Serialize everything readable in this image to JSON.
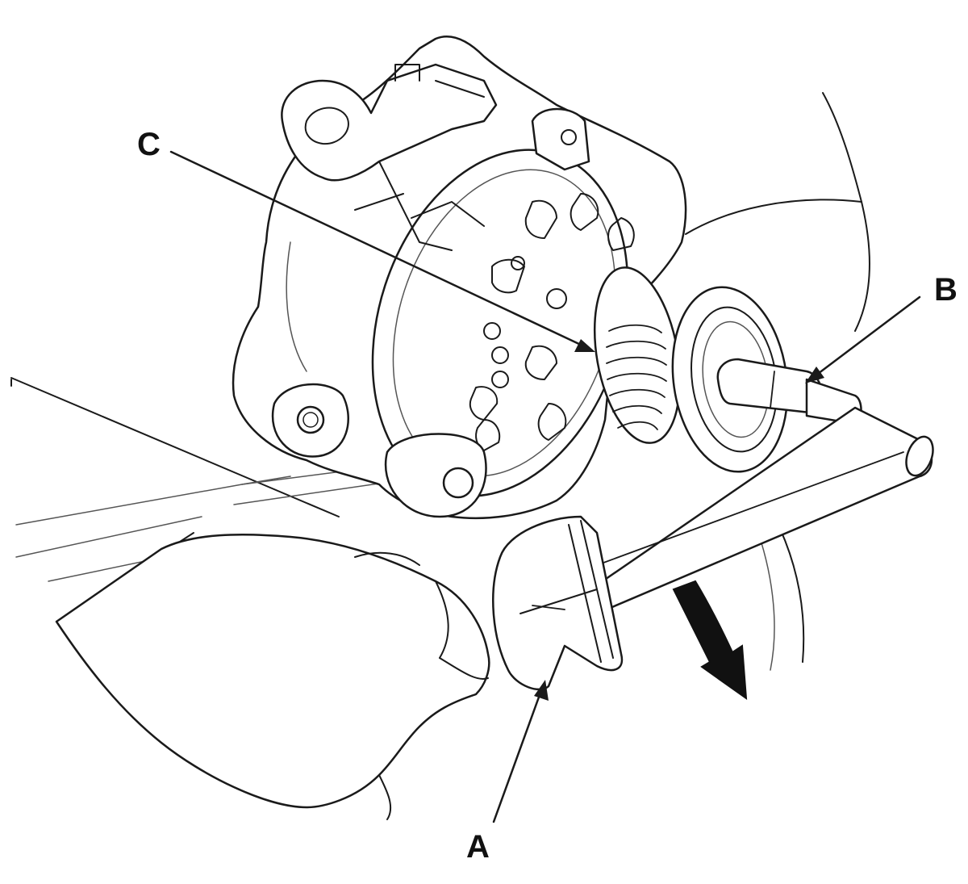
{
  "callouts": {
    "a": {
      "label": "A"
    },
    "b": {
      "label": "B"
    },
    "c": {
      "label": "C"
    }
  },
  "colors": {
    "line": "#1a1a1a",
    "background": "#ffffff",
    "rotation_arrow": "#111111"
  },
  "icons": {
    "rotation_direction": "curved-arrow-down-icon"
  }
}
